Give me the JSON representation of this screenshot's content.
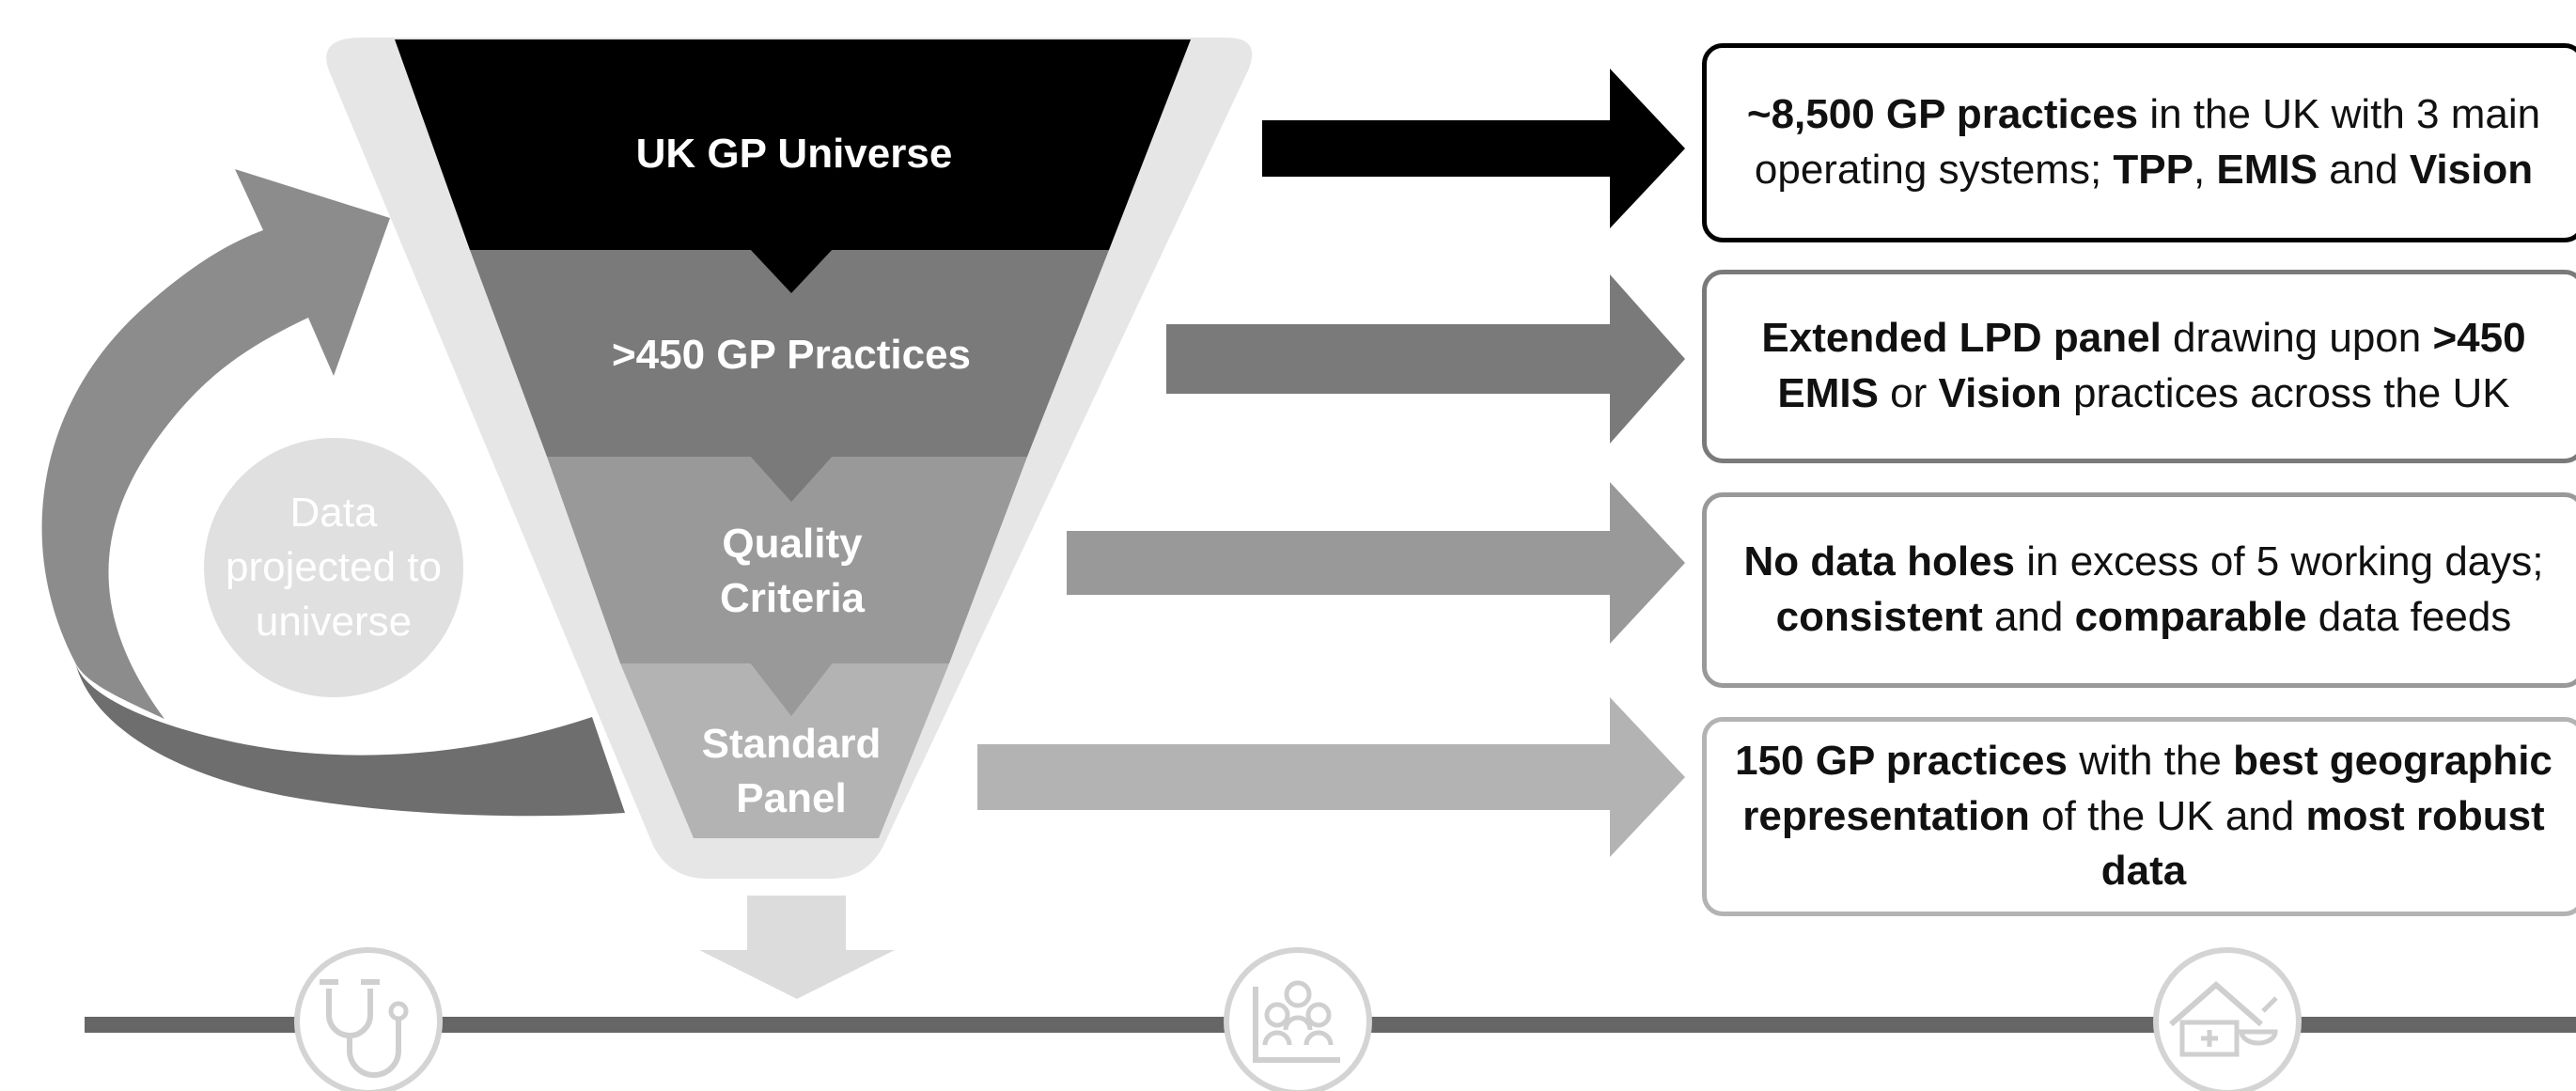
{
  "funnel": {
    "stages": [
      {
        "label": "UK GP Universe",
        "color": "#000000"
      },
      {
        "label": ">450 GP Practices",
        "color": "#7a7a7a"
      },
      {
        "label": "Quality Criteria",
        "color": "#999999"
      },
      {
        "label": "Standard Panel",
        "color": "#b3b3b3"
      }
    ]
  },
  "cycle": {
    "label": "Data projected to universe"
  },
  "descriptions": [
    {
      "parts": [
        {
          "text": "~8,500 GP practices",
          "bold": true
        },
        {
          "text": " in the UK with 3 main operating systems; ",
          "bold": false
        },
        {
          "text": "TPP",
          "bold": true
        },
        {
          "text": ", ",
          "bold": false
        },
        {
          "text": "EMIS",
          "bold": true
        },
        {
          "text": " and ",
          "bold": false
        },
        {
          "text": "Vision",
          "bold": true
        }
      ]
    },
    {
      "parts": [
        {
          "text": "Extended LPD panel",
          "bold": true
        },
        {
          "text": " drawing upon ",
          "bold": false
        },
        {
          "text": ">450 EMIS",
          "bold": true
        },
        {
          "text": " or ",
          "bold": false
        },
        {
          "text": "Vision",
          "bold": true
        },
        {
          "text": " practices across the UK",
          "bold": false
        }
      ]
    },
    {
      "parts": [
        {
          "text": "No data holes",
          "bold": true
        },
        {
          "text": " in excess of 5 working days; ",
          "bold": false
        },
        {
          "text": "consistent",
          "bold": true
        },
        {
          "text": " and ",
          "bold": false
        },
        {
          "text": "comparable",
          "bold": true
        },
        {
          "text": " data feeds",
          "bold": false
        }
      ]
    },
    {
      "parts": [
        {
          "text": "150 GP practices",
          "bold": true
        },
        {
          "text": " with the ",
          "bold": false
        },
        {
          "text": "best geographic representation",
          "bold": true
        },
        {
          "text": " of the UK and ",
          "bold": false
        },
        {
          "text": "most robust data",
          "bold": true
        }
      ]
    }
  ],
  "icons": [
    "stethoscope-icon",
    "people-location-icon",
    "pharmacy-icon"
  ],
  "colors": {
    "funnel_outline": "#e6e6e6",
    "timeline": "#666666",
    "cycle_arrow": "#8c8c8c",
    "circle": "#e0e0e0",
    "icon_stroke": "#d0d0d0"
  }
}
